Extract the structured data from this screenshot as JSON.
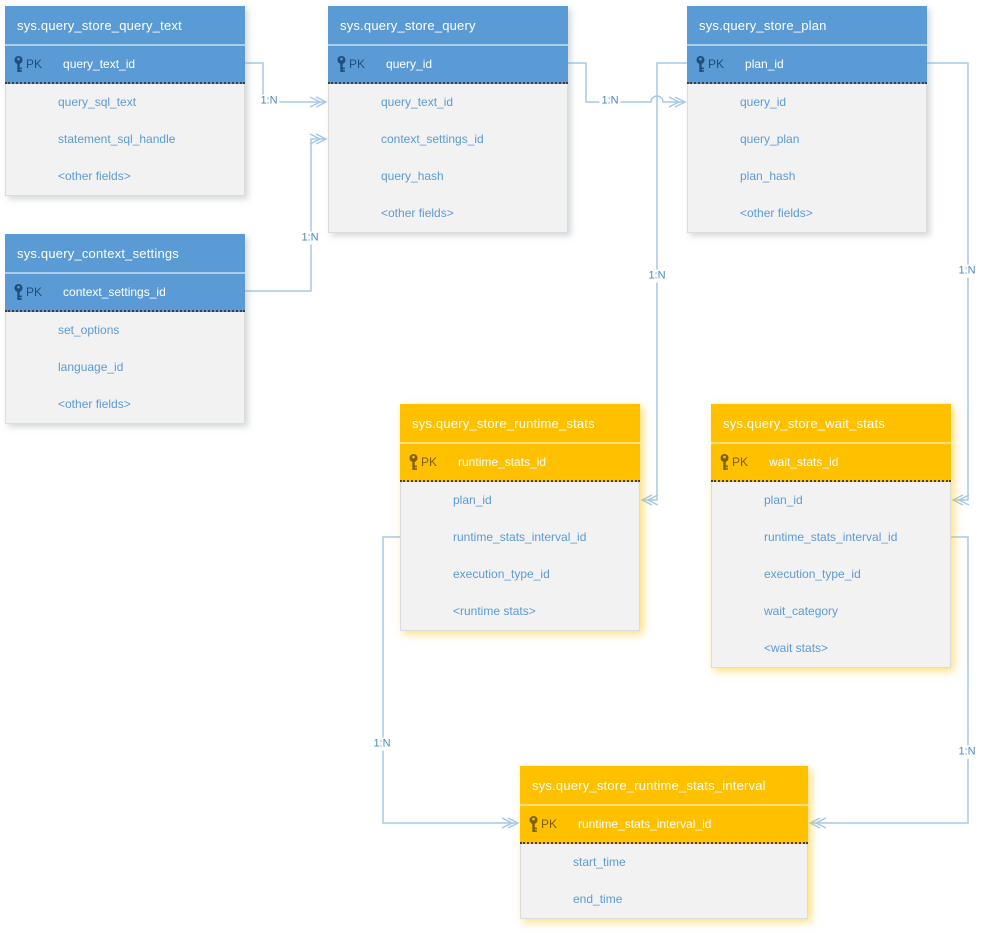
{
  "diagram": {
    "kind": "entity-relationship-diagram",
    "subject": "SQL Server Query Store catalog views"
  },
  "colors": {
    "blue_header": "#5B9BD5",
    "orange_header": "#FFC000",
    "body_background": "#F2F2F2",
    "field_text": "#5B9BD5",
    "connector_line": "#A6C9E8",
    "pk_icon_blue": "#1F4E79",
    "pk_icon_orange": "#7F6000"
  },
  "tables": [
    {
      "title": "sys.query_store_query_text",
      "theme": "blue",
      "pk_label": "PK",
      "pk_field": "query_text_id",
      "fields": [
        "query_sql_text",
        "statement_sql_handle",
        "<other fields>"
      ]
    },
    {
      "title": "sys.query_store_query",
      "theme": "blue",
      "pk_label": "PK",
      "pk_field": "query_id",
      "fields": [
        "query_text_id",
        "context_settings_id",
        "query_hash",
        "<other fields>"
      ]
    },
    {
      "title": "sys.query_store_plan",
      "theme": "blue",
      "pk_label": "PK",
      "pk_field": "plan_id",
      "fields": [
        "query_id",
        "query_plan",
        "plan_hash",
        "<other fields>"
      ]
    },
    {
      "title": "sys.query_context_settings",
      "theme": "blue",
      "pk_label": "PK",
      "pk_field": "context_settings_id",
      "fields": [
        "set_options",
        "language_id",
        "<other fields>"
      ]
    },
    {
      "title": "sys.query_store_runtime_stats",
      "theme": "orange",
      "pk_label": "PK",
      "pk_field": "runtime_stats_id",
      "fields": [
        "plan_id",
        "runtime_stats_interval_id",
        "execution_type_id",
        "<runtime stats>"
      ]
    },
    {
      "title": "sys.query_store_wait_stats",
      "theme": "orange",
      "pk_label": "PK",
      "pk_field": "wait_stats_id",
      "fields": [
        "plan_id",
        "runtime_stats_interval_id",
        "execution_type_id",
        "wait_category",
        "<wait stats>"
      ]
    },
    {
      "title": "sys.query_store_runtime_stats_interval",
      "theme": "orange",
      "pk_label": "PK",
      "pk_field": "runtime_stats_interval_id",
      "fields": [
        "start_time",
        "end_time"
      ]
    }
  ],
  "connectors": [
    {
      "label": "1:N",
      "from": "sys.query_store_query_text.query_text_id",
      "to": "sys.query_store_query.query_text_id"
    },
    {
      "label": "1:N",
      "from": "sys.query_context_settings.context_settings_id",
      "to": "sys.query_store_query.context_settings_id"
    },
    {
      "label": "1:N",
      "from": "sys.query_store_query.query_id",
      "to": "sys.query_store_plan.query_id"
    },
    {
      "label": "1:N",
      "from": "sys.query_store_plan.plan_id",
      "to": "sys.query_store_runtime_stats.plan_id"
    },
    {
      "label": "1:N",
      "from": "sys.query_store_plan.plan_id",
      "to": "sys.query_store_wait_stats.plan_id"
    },
    {
      "label": "1:N",
      "from": "sys.query_store_runtime_stats.runtime_stats_interval_id",
      "to": "sys.query_store_runtime_stats_interval.runtime_stats_interval_id"
    },
    {
      "label": "1:N",
      "from": "sys.query_store_wait_stats.runtime_stats_interval_id",
      "to": "sys.query_store_runtime_stats_interval.runtime_stats_interval_id"
    }
  ]
}
